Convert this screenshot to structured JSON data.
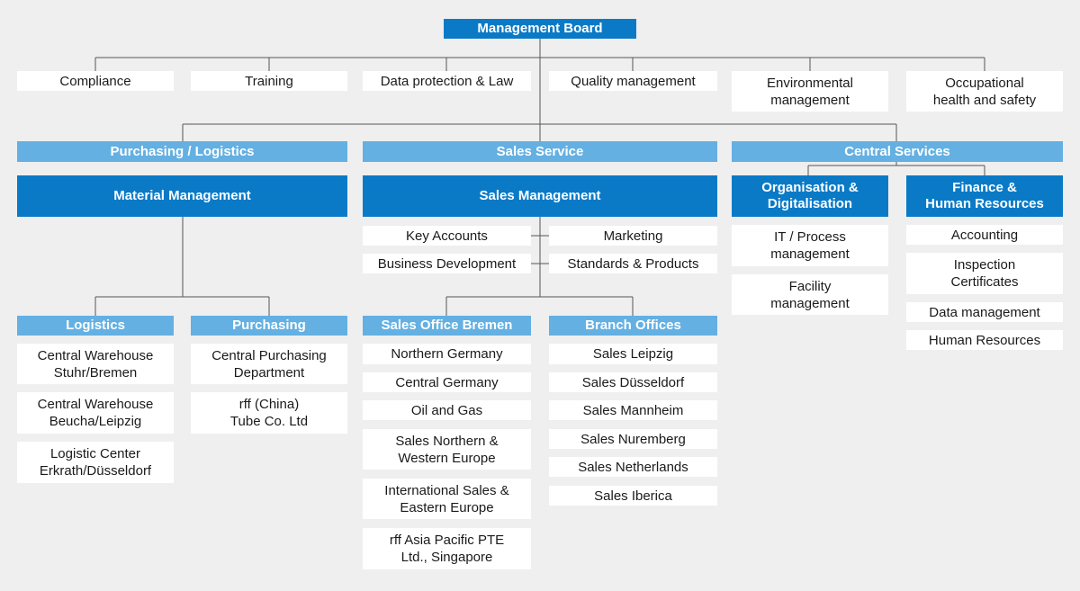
{
  "board": "Management Board",
  "staff": [
    "Compliance",
    "Training",
    "Data protection & Law",
    "Quality management",
    "Environmental\nmanagement",
    "Occupational\nhealth and safety"
  ],
  "divisions": {
    "purchasing_logistics": "Purchasing / Logistics",
    "sales_service": "Sales Service",
    "central_services": "Central Services"
  },
  "material_management": "Material Management",
  "sales_management": "Sales Management",
  "sales_functions": [
    "Key Accounts",
    "Marketing",
    "Business Development",
    "Standards & Products"
  ],
  "logistics": {
    "title": "Logistics",
    "items": [
      "Central Warehouse\nStuhr/Bremen",
      "Central Warehouse\nBeucha/Leipzig",
      "Logistic Center\nErkrath/Düsseldorf"
    ]
  },
  "purchasing": {
    "title": "Purchasing",
    "items": [
      "Central Purchasing\nDepartment",
      "rff (China)\nTube Co. Ltd"
    ]
  },
  "sales_office_bremen": {
    "title": "Sales Office Bremen",
    "items": [
      "Northern Germany",
      "Central Germany",
      "Oil and Gas",
      "Sales Northern &\nWestern Europe",
      "International Sales &\nEastern Europe",
      "rff Asia Pacific PTE\nLtd., Singapore"
    ]
  },
  "branch_offices": {
    "title": "Branch Offices",
    "items": [
      "Sales Leipzig",
      "Sales Düsseldorf",
      "Sales Mannheim",
      "Sales Nuremberg",
      "Sales Netherlands",
      "Sales Iberica"
    ]
  },
  "organisation": {
    "title": "Organisation &\nDigitalisation",
    "items": [
      "IT / Process\nmanagement",
      "Facility\nmanagement"
    ]
  },
  "finance_hr": {
    "title": "Finance &\nHuman Resources",
    "items": [
      "Accounting",
      "Inspection\nCertificates",
      "Data management",
      "Human Resources"
    ]
  },
  "colors": {
    "dark_blue": "#0a7ac7",
    "light_blue": "#64b0e2",
    "background": "#efefef",
    "line": "#555555"
  }
}
